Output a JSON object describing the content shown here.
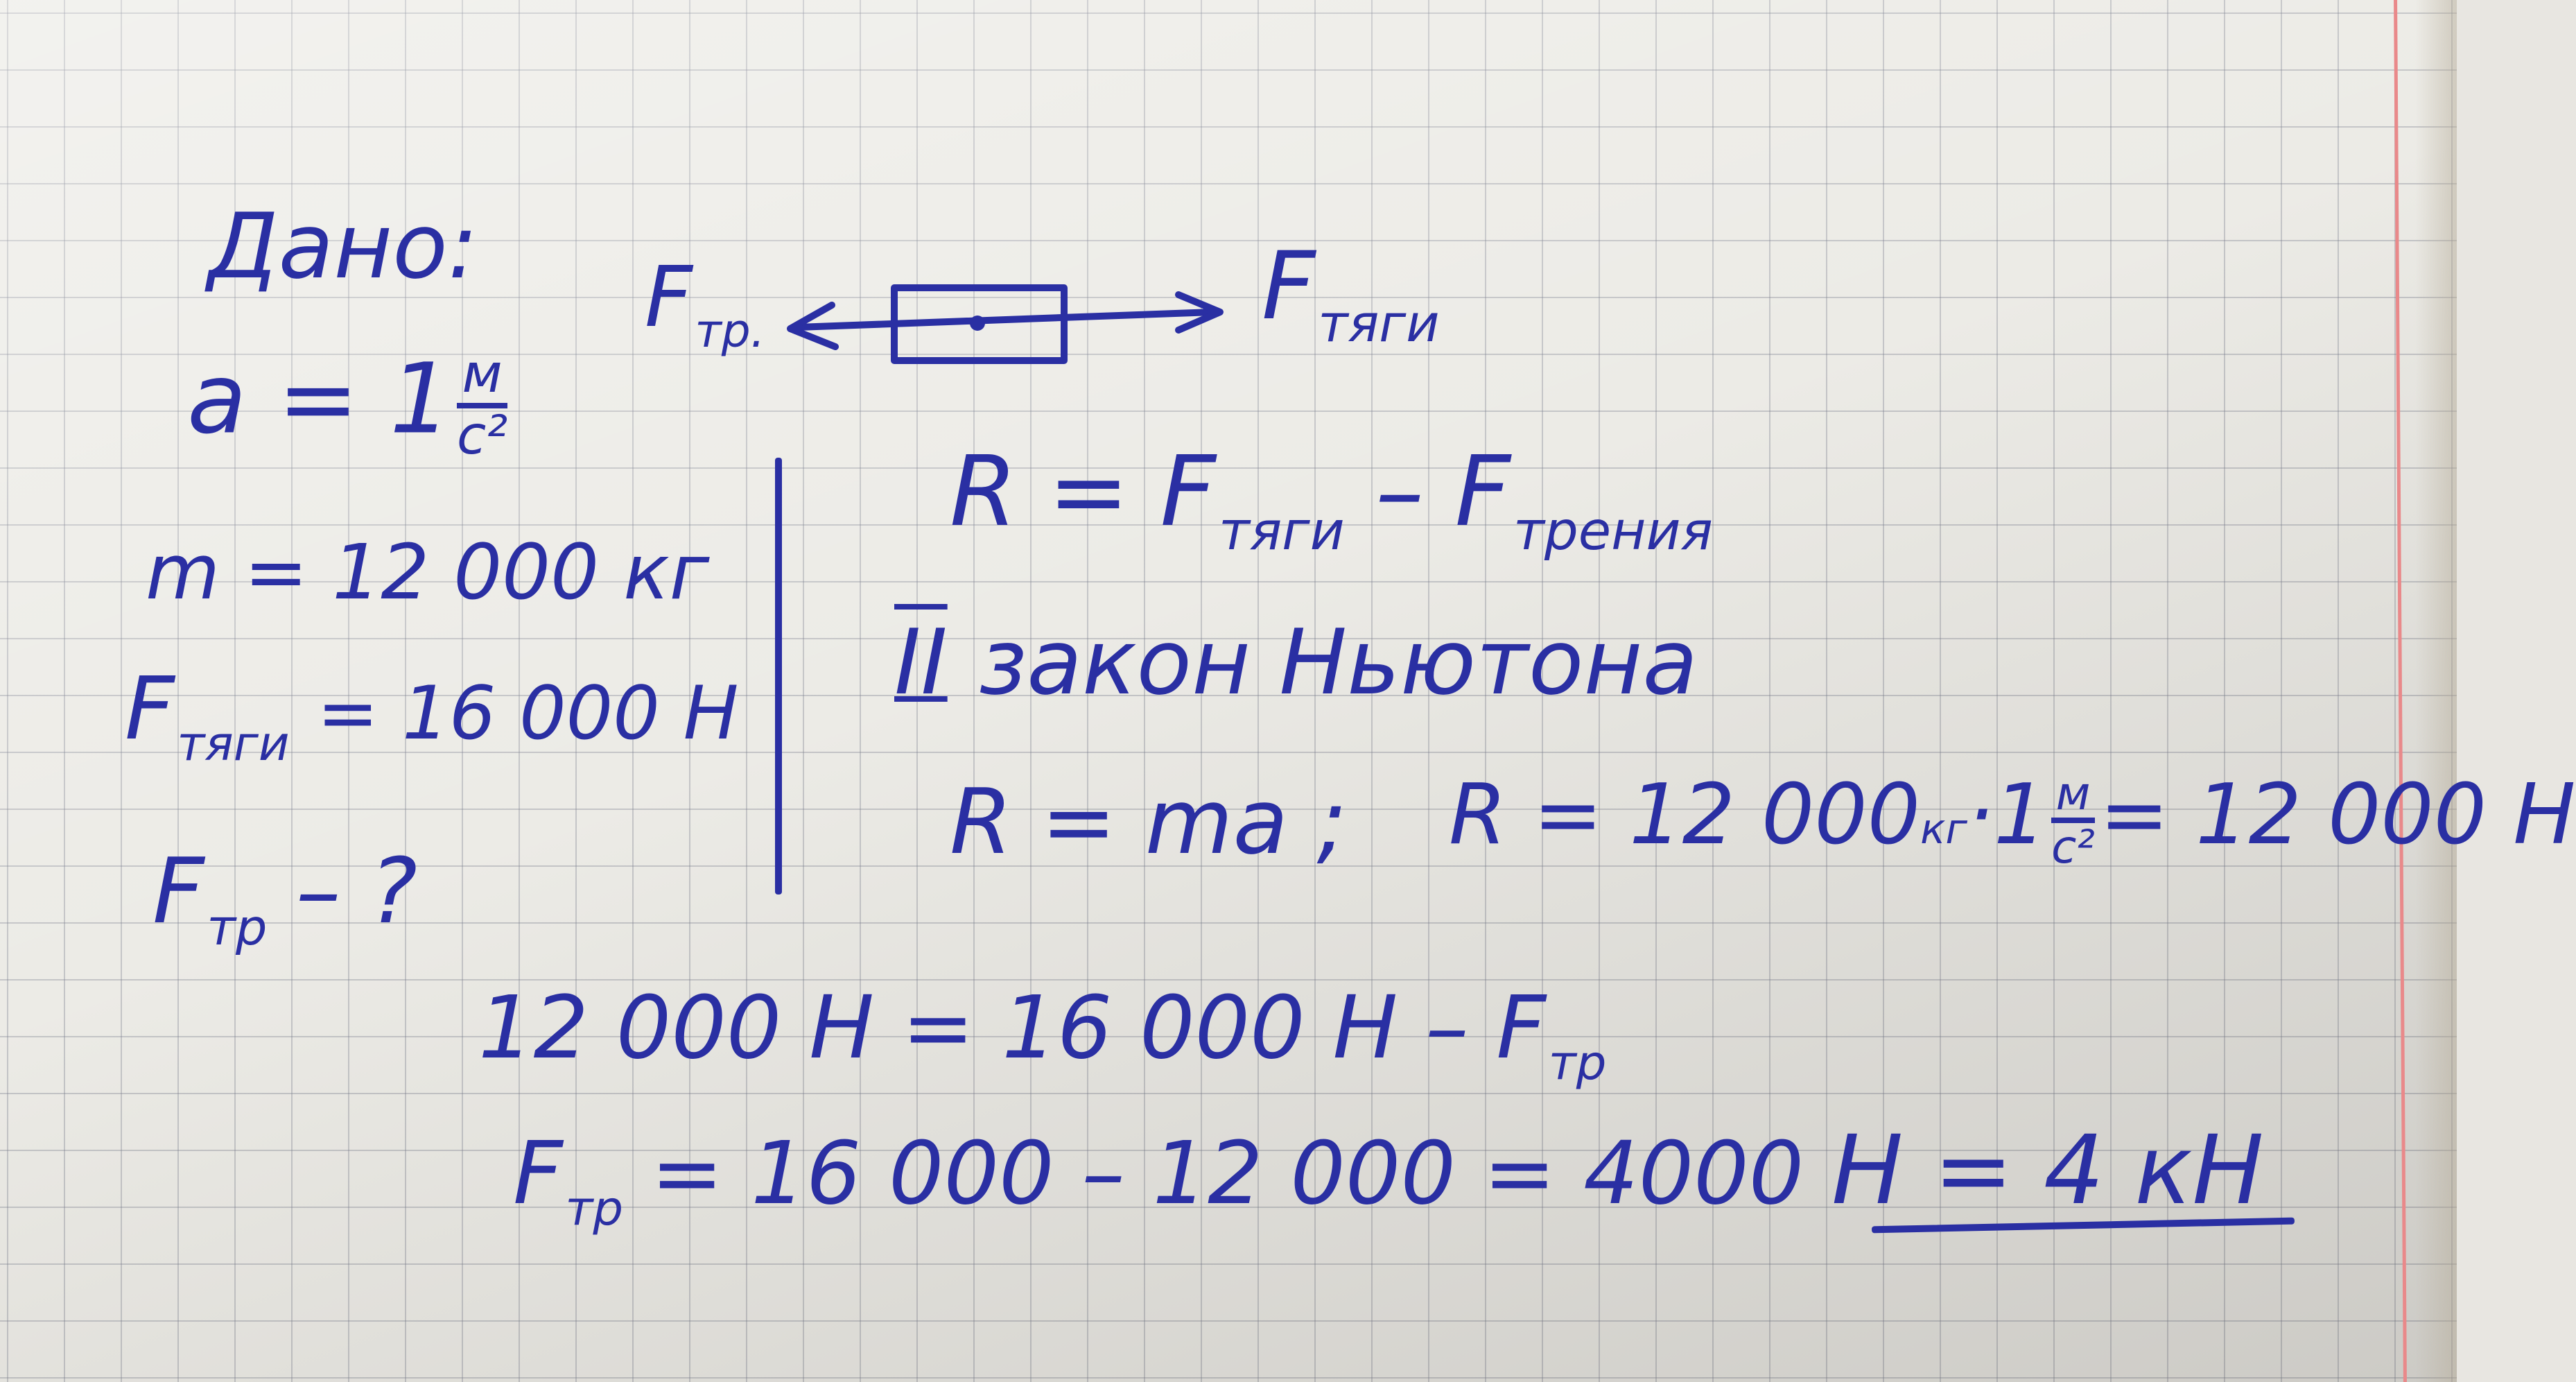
{
  "given": {
    "heading": "Дано:",
    "a_label": "a = 1",
    "a_unit_num": "м",
    "a_unit_den": "с²",
    "m_line": "m = 12 000 кг",
    "f_pull_symbol": "F",
    "f_pull_sub": "тяги",
    "f_pull_value": "= 16 000 Н",
    "f_fric_symbol": "F",
    "f_fric_sub": "тр",
    "f_fric_question": "– ?"
  },
  "diagram": {
    "left_force_symbol": "F",
    "left_force_sub": "тр.",
    "right_force_symbol": "F",
    "right_force_sub": "тяги"
  },
  "solution": {
    "r_line_start": "R = F",
    "r_sub_pull": "тяги",
    "r_minus": "– F",
    "r_sub_fric": "трения",
    "law_numeral": "II",
    "law_text": "закон Ньютона",
    "r_ma": "R = ma ;",
    "r_calc_start": "R = 12 000",
    "r_calc_kg": "кг",
    "r_calc_dot": "·1",
    "r_calc_unit_num": "м",
    "r_calc_unit_den": "с²",
    "r_calc_result": "= 12 000 Н",
    "eq1_start": "12 000 Н = 16 000 Н – F",
    "eq1_sub": "тр",
    "eq2_symbol": "F",
    "eq2_sub": "тр",
    "eq2_rest": "= 16 000 – 12 000 = 4000",
    "answer": "Н = 4 кН"
  },
  "colors": {
    "ink": "#2a2fa3",
    "margin": "#e9898a",
    "paper": "#ecebe6"
  }
}
